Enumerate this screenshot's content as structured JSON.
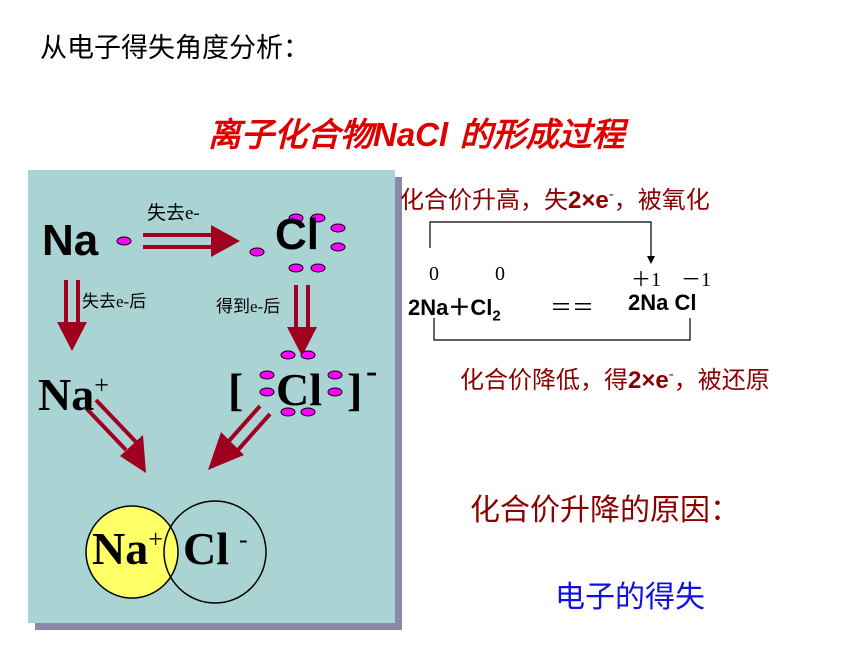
{
  "header": {
    "title": "从电子得失角度分析："
  },
  "subtitle": {
    "prefix": "离子化合物",
    "compound": "NaCl",
    "suffix": " 的形成过程"
  },
  "diagram": {
    "na_atom": "Na",
    "cl_atom": "Cl",
    "lose_label": "失去e-",
    "after_lose_label": "失去e-后",
    "after_gain_label": "得到e-后",
    "na_ion_symbol": "Na",
    "na_ion_charge": "+",
    "cl_ion_open_bracket": "[",
    "cl_ion_symbol": "Cl",
    "cl_ion_close_bracket": "]",
    "cl_ion_charge": "-",
    "product_na": "Na",
    "product_na_charge": "+",
    "product_cl": "Cl",
    "product_cl_charge": "-",
    "colors": {
      "panel": "#aad4d4",
      "arrow": "#a00020",
      "electron": "#ff00ff",
      "na_circle": "#ffff66"
    }
  },
  "equation": {
    "oxidation_note": {
      "prefix": "化合价升高，失",
      "amount": "2×e",
      "sup": "-",
      "suffix": "，被氧化"
    },
    "reduction_note": {
      "prefix": "化合价降低，得",
      "amount": "2×e",
      "sup": "-",
      "suffix": "，被还原"
    },
    "ox_na_before": "0",
    "ox_cl_before": "0",
    "ox_na_after": "＋1",
    "ox_cl_after": "－1",
    "reactant_na": "2Na＋Cl",
    "cl_subscript": "2",
    "equals": "＝＝",
    "product": "2Na Cl"
  },
  "reason": {
    "question": "化合价升降的原因：",
    "answer": "电子的得失"
  }
}
